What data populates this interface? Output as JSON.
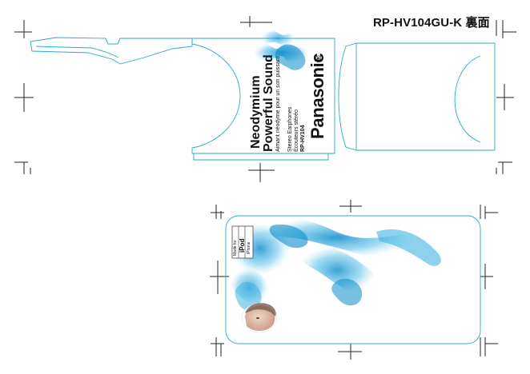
{
  "document": {
    "title": "RP-HV104GU-K 裏面"
  },
  "package_front": {
    "headline_line1": "Neodymium",
    "headline_line2": "Powerful Sound",
    "subline": "Aimant néodyme pour un son puissant",
    "product_en": "Stereo Earphones",
    "product_fr": "Écouteurs stéréo",
    "model": "RP-HV104",
    "brand": "Panasonic",
    "registered_mark": "®"
  },
  "insert_card": {
    "badge_top": "Made for",
    "badge_mid": "iPod",
    "badge_bottom": "iPhone"
  },
  "colors": {
    "dieline": "#29a8cf",
    "crop_marks": "#222222",
    "smoke": "#1a9fd6"
  }
}
